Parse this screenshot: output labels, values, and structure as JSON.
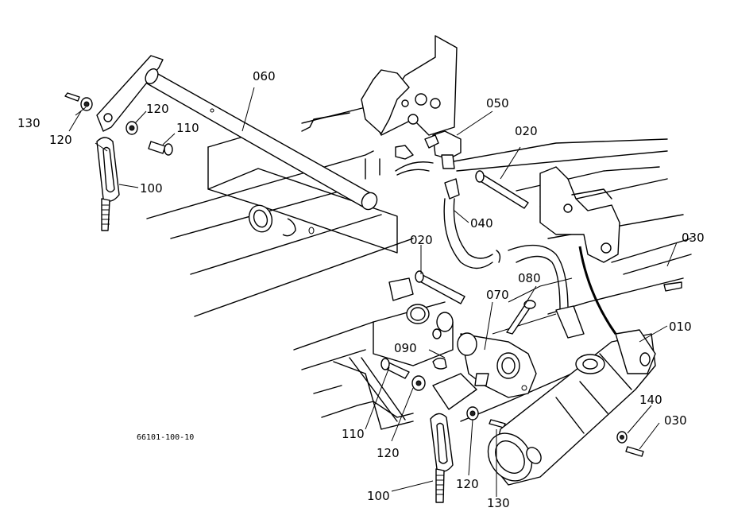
{
  "figure_code": "66101-100-10",
  "callouts": {
    "c060": "060",
    "c050": "050",
    "c020a": "020",
    "c020b": "020",
    "c030a": "030",
    "c030b": "030",
    "c040": "040",
    "c010": "010",
    "c070": "070",
    "c080": "080",
    "c090": "090",
    "c100a": "100",
    "c100b": "100",
    "c110a": "110",
    "c110b": "110",
    "c120a": "120",
    "c120b": "120",
    "c120c": "120",
    "c120d": "120",
    "c130a": "130",
    "c130b": "130",
    "c140": "140"
  }
}
